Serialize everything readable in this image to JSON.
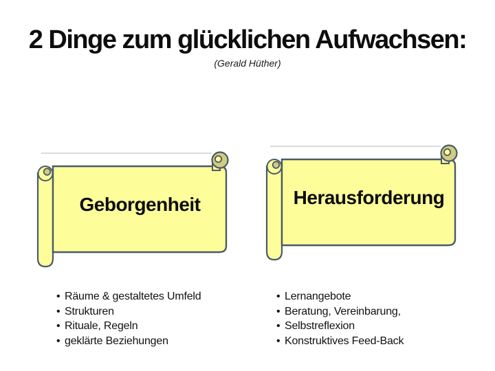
{
  "bullet_char": "•",
  "slide": {
    "title": "2 Dinge zum glücklichen Aufwachsen:",
    "subtitle": "(Gerald Hüther)"
  },
  "columns": [
    {
      "scroll_label": "Geborgenheit",
      "items": [
        "Räume & gestaltetes Umfeld",
        "Strukturen",
        "Rituale, Regeln",
        "geklärte Beziehungen"
      ]
    },
    {
      "scroll_label": "Herausforderung",
      "items": [
        "Lernangebote",
        "Beratung, Vereinbarung,",
        "Selbstreflexion",
        "Konstruktives Feed-Back"
      ]
    }
  ],
  "colors": {
    "background": "#FFFFFF",
    "scroll_fill": "#FDFD9A",
    "scroll_border": "#4A5A68",
    "curl_fill": "#D0CC80",
    "scroll_top_edge": "#CFCFCF",
    "text": "#0D0D0D"
  }
}
